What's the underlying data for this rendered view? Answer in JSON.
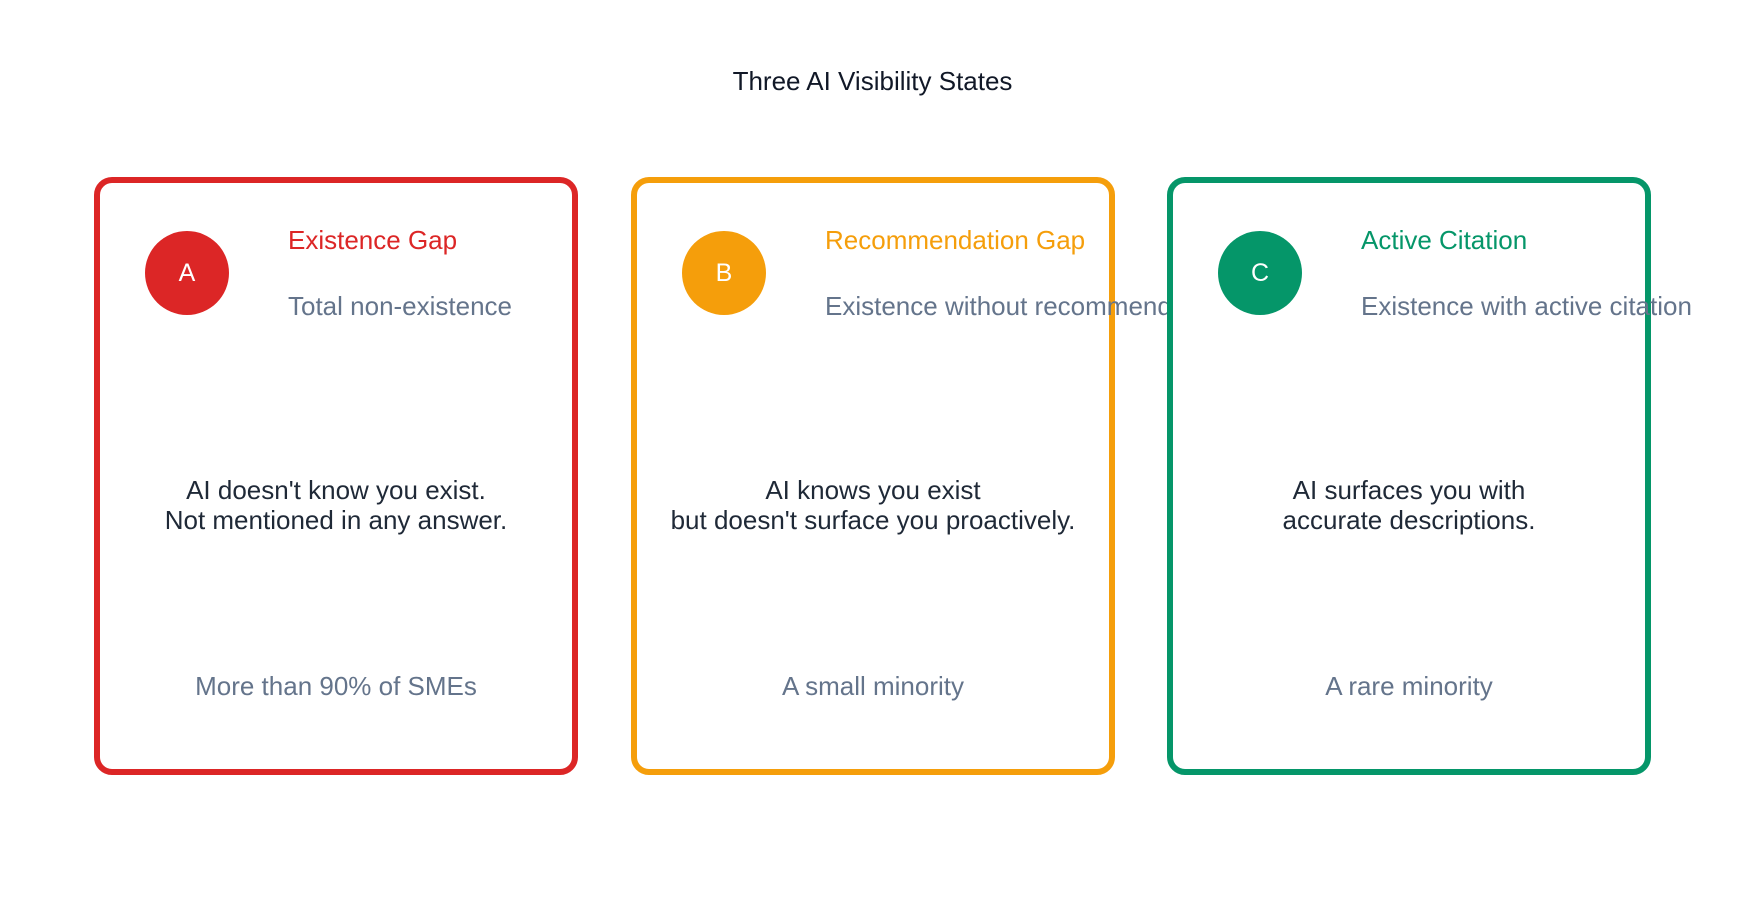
{
  "title": "Three AI Visibility States",
  "colors": {
    "red": "#dc2626",
    "amber": "#f59e0b",
    "green": "#059669",
    "muted_text": "#64748b",
    "body_text": "#1f2937"
  },
  "cards": [
    {
      "badge": "A",
      "title": "Existence Gap",
      "subtitle": "Total non-existence",
      "body_line1": "AI doesn't know you exist.",
      "body_line2": "Not mentioned in any answer.",
      "footer": "More than 90% of SMEs"
    },
    {
      "badge": "B",
      "title": "Recommendation Gap",
      "subtitle": "Existence without recommendation",
      "body_line1": "AI knows you exist",
      "body_line2": "but doesn't surface you proactively.",
      "footer": "A small minority"
    },
    {
      "badge": "C",
      "title": "Active Citation",
      "subtitle": "Existence with active citation",
      "body_line1": "AI surfaces you with",
      "body_line2": "accurate descriptions.",
      "footer": "A rare minority"
    }
  ]
}
